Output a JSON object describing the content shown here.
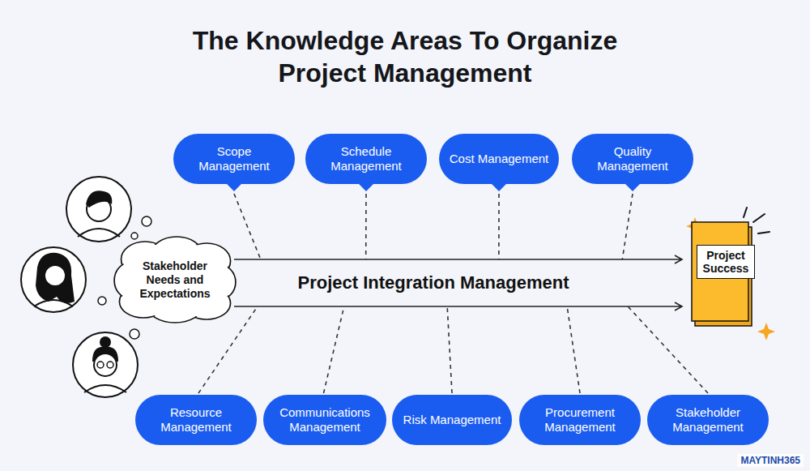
{
  "diagram": {
    "title": "The Knowledge Areas To Organize Project Management",
    "nodes": [
      {
        "text": [
          "Scope Management"
        ]
      },
      {
        "text": [
          "Schedule Management"
        ]
      },
      {
        "text": [
          "Cost Management"
        ]
      },
      {
        "text": [
          "Quality Management"
        ]
      },
      {
        "text": [
          "Stakeholder Needs and Expectations"
        ]
      },
      {
        "text": [
          "Project Integration Management"
        ]
      },
      {
        "text": [
          "Project Success"
        ]
      },
      {
        "text": [
          "Resource Management"
        ]
      },
      {
        "text": [
          "Communications Management"
        ]
      },
      {
        "text": [
          "Risk Management"
        ]
      },
      {
        "text": [
          "Procurement Management"
        ]
      },
      {
        "text": [
          "Stakeholder Management"
        ]
      }
    ],
    "edges": [
      {
        "from": 0,
        "to": 5,
        "arrow": "none"
      },
      {
        "from": 1,
        "to": 5,
        "arrow": "none"
      },
      {
        "from": 2,
        "to": 5,
        "arrow": "none"
      },
      {
        "from": 3,
        "to": 5,
        "arrow": "none"
      },
      {
        "from": 7,
        "to": 5,
        "arrow": "none"
      },
      {
        "from": 8,
        "to": 5,
        "arrow": "none"
      },
      {
        "from": 9,
        "to": 5,
        "arrow": "none"
      },
      {
        "from": 10,
        "to": 5,
        "arrow": "none"
      },
      {
        "from": 11,
        "to": 5,
        "arrow": "none"
      },
      {
        "from": 4,
        "to": 6,
        "arrow": "to"
      }
    ],
    "labels": [
      "MAYTINH365"
    ]
  }
}
